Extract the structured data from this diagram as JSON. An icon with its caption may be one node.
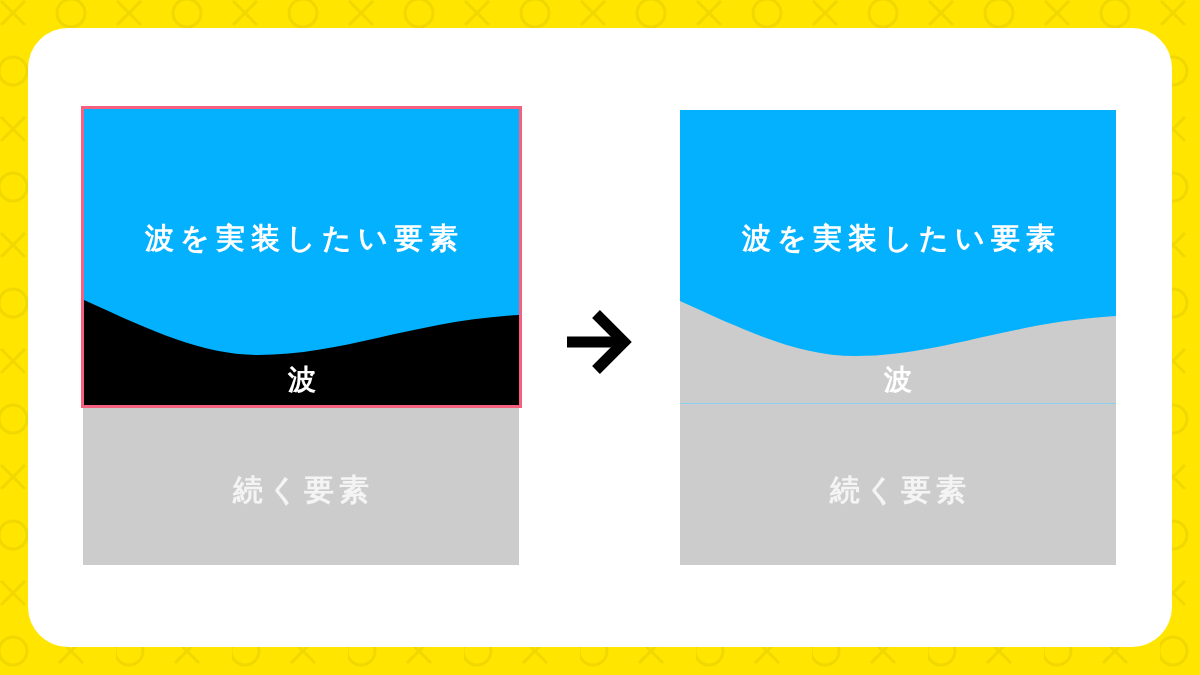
{
  "diagram": {
    "nodes": [
      {
        "text": [
          "波を実装したい要素"
        ]
      },
      {
        "text": [
          "波"
        ],
        "in": 0
      },
      {
        "text": [
          "続く要素"
        ]
      },
      {
        "text": [
          "波を実装したい要素"
        ]
      },
      {
        "text": [
          "波"
        ],
        "in": 3
      },
      {
        "text": [
          "続く要素"
        ]
      }
    ],
    "edges": [
      {
        "from": 0,
        "to": 3,
        "arrow": "to"
      }
    ]
  }
}
